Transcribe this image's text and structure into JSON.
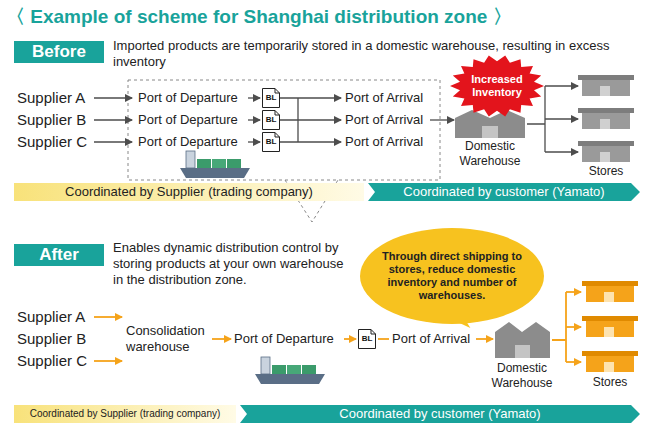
{
  "diagram": {
    "title": "〈 Example of scheme for Shanghai distribution zone 〉",
    "nodes": [
      {
        "text": [
          "Before"
        ]
      },
      {
        "text": [
          "BL"
        ]
      },
      {
        "text": [
          "BL"
        ]
      },
      {
        "text": [
          "BL"
        ]
      },
      {
        "text": [
          "Increased Inventory"
        ]
      },
      {
        "text": [
          "Coordinated by Supplier (trading company)"
        ]
      },
      {
        "text": [
          "Coordinated by customer (Yamato)"
        ]
      },
      {
        "text": [
          "After"
        ]
      },
      {
        "text": [
          "Through direct shipping to stores, reduce domestic inventory and number of warehouses."
        ]
      },
      {
        "text": [
          "BL"
        ]
      },
      {
        "text": [
          "Coordinated by Supplier (trading company)"
        ]
      },
      {
        "text": [
          "Coordinated by customer (Yamato)"
        ]
      }
    ],
    "labels": [
      "Imported products are temporarily stored in a domestic warehouse, resulting in excess inventory",
      "Supplier A",
      "Supplier B",
      "Supplier C",
      "Port of Departure",
      "Port of Departure",
      "Port of Departure",
      "Port of Arrival",
      "Port of Arrival",
      "Port of Arrival",
      "Domestic Warehouse",
      "Stores",
      "Enables dynamic distribution control by storing products at your own warehouse in the distribution zone.",
      "Supplier A",
      "Supplier B",
      "Supplier C",
      "Consolidation warehouse",
      "Port of Departure",
      "Port of Arrival",
      "Domestic Warehouse",
      "Stores"
    ]
  }
}
